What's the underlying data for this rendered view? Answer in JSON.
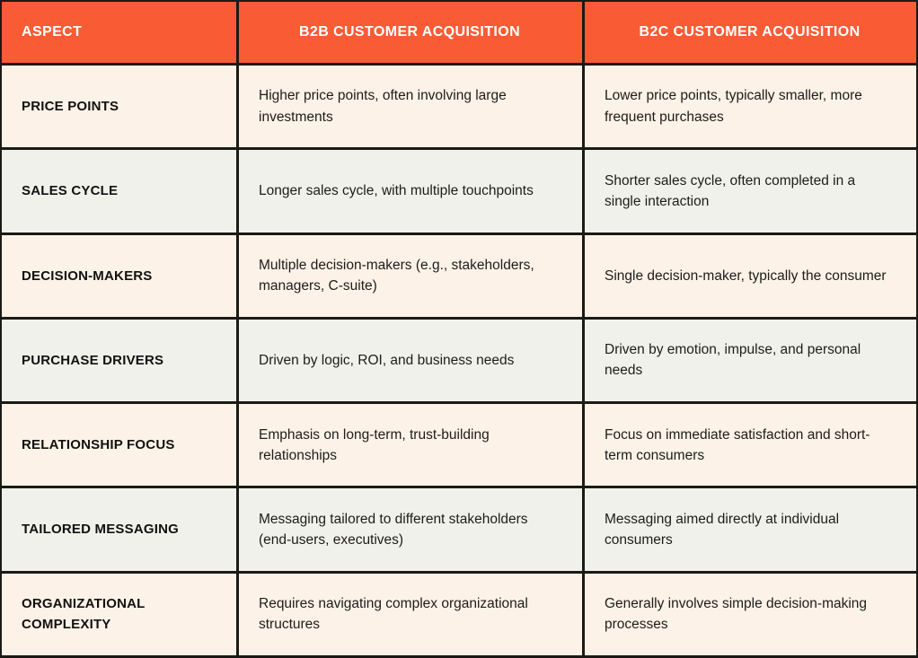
{
  "colors": {
    "header_bg": "#f95b35",
    "header_text": "#ffffff",
    "row_odd_bg": "#fdf2e7",
    "row_even_bg": "#f1f1ec",
    "border": "#1b1a15"
  },
  "table": {
    "headers": {
      "aspect": "ASPECT",
      "b2b": "B2B CUSTOMER ACQUISITION",
      "b2c": "B2C CUSTOMER ACQUISITION"
    },
    "rows": [
      {
        "aspect": "PRICE POINTS",
        "b2b": "Higher price points, often involving large investments",
        "b2c": "Lower price points, typically smaller, more frequent purchases"
      },
      {
        "aspect": "SALES CYCLE",
        "b2b": "Longer sales cycle, with multiple touchpoints",
        "b2c": "Shorter sales cycle, often completed in a single interaction"
      },
      {
        "aspect": "DECISION-MAKERS",
        "b2b": "Multiple decision-makers (e.g., stakeholders, managers, C-suite)",
        "b2c": "Single decision-maker, typically the consumer"
      },
      {
        "aspect": "PURCHASE DRIVERS",
        "b2b": "Driven by logic, ROI, and business needs",
        "b2c": "Driven by emotion, impulse, and personal needs"
      },
      {
        "aspect": "RELATIONSHIP FOCUS",
        "b2b": "Emphasis on long-term, trust-building relationships",
        "b2c": "Focus on immediate satisfaction and short-term consumers"
      },
      {
        "aspect": "TAILORED MESSAGING",
        "b2b": "Messaging tailored to different stakeholders (end-users, executives)",
        "b2c": "Messaging aimed directly at individual consumers"
      },
      {
        "aspect": "ORGANIZATIONAL COMPLEXITY",
        "b2b": "Requires navigating complex organizational structures",
        "b2c": "Generally involves simple decision-making processes"
      }
    ]
  }
}
